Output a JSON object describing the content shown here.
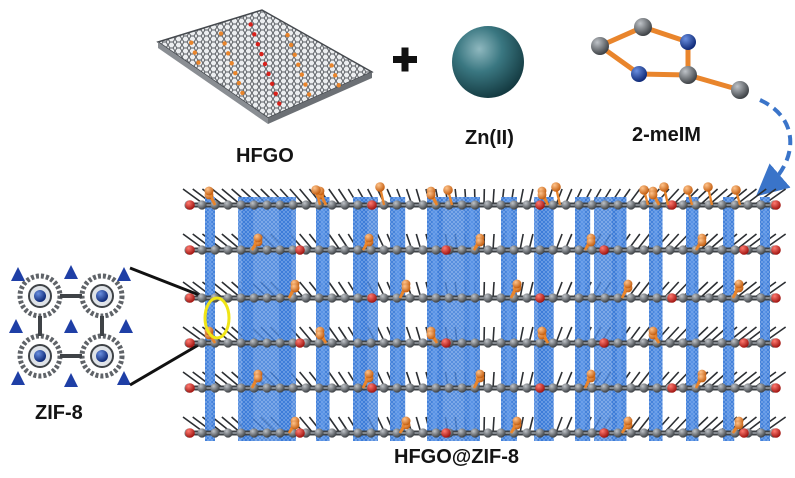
{
  "labels": {
    "hfgo": "HFGO",
    "plus": "+",
    "zinc": "Zn(II)",
    "ligand": "2-meIM",
    "zif8": "ZIF-8",
    "composite": "HFGO@ZIF-8"
  },
  "colors": {
    "carbon": "#5f6368",
    "oxygen": "#d8221c",
    "functional_group": "#e9852c",
    "nitrogen": "#1d3f9e",
    "zinc_sphere": "#2f6b76",
    "zif_pillar": "#3b7bd8",
    "arrow": "#3a74c9",
    "highlight": "#f0e516"
  }
}
